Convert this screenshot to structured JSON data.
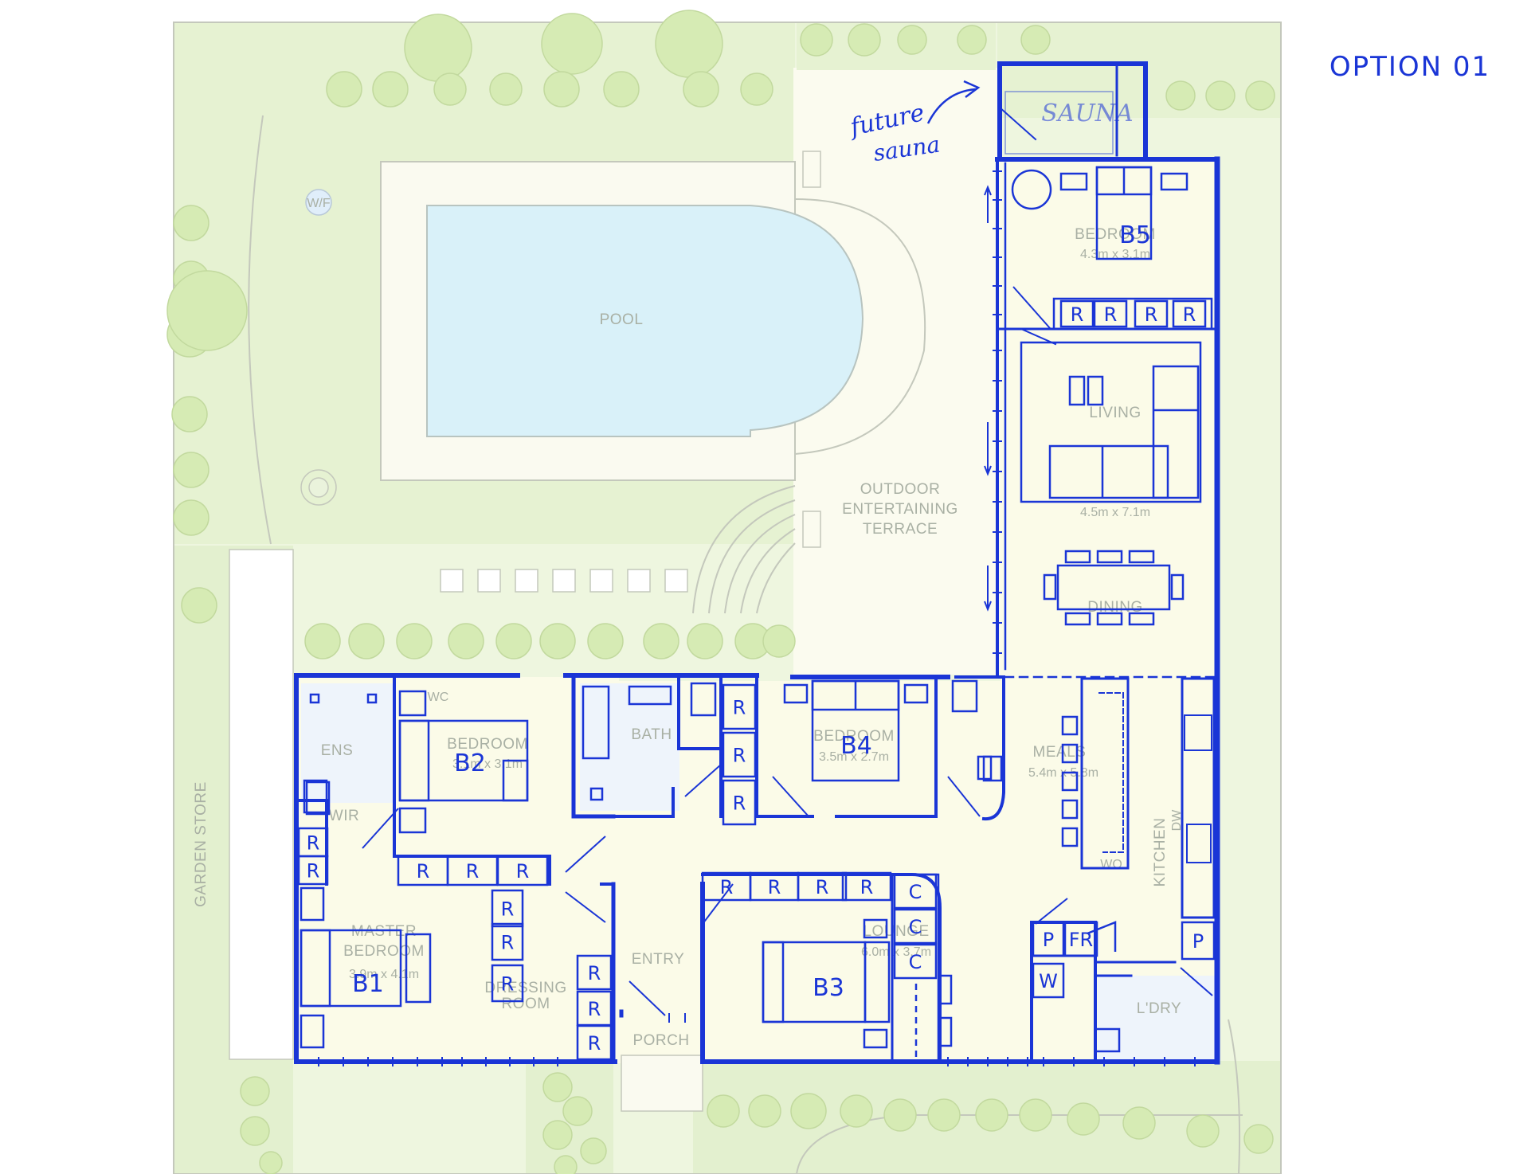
{
  "title": "OPTION 01",
  "annotation": {
    "line1": "future",
    "line2": "sauna"
  },
  "sauna_label": "SAUNA",
  "labels": {
    "pool": "POOL",
    "terrace": [
      "OUTDOOR",
      "ENTERTAINING",
      "TERRACE"
    ],
    "garden_store": "GARDEN STORE",
    "wf": "W/F",
    "bath": "BATH",
    "ens": "ENS",
    "wir": "WIR",
    "entry": "ENTRY",
    "porch": "PORCH",
    "meals": "MEALS",
    "meals_dim": "5.4m x 5.8m",
    "kitchen": "KITCHEN",
    "laundry": "L'DRY",
    "lounge": "LOUNGE",
    "lounge_dim": "6.0m x 3.7m",
    "living": "LIVING",
    "living_dim": "4.5m x 7.1m",
    "dining": "DINING",
    "bedroom_top": "BEDROOM",
    "bedroom_top_dim": "4.3m x 3.1m",
    "bedroom_b2": "BEDROOM",
    "bedroom_b2_dim": "3.1m x 3.1m",
    "bedroom_b4": "BEDROOM",
    "bedroom_b4_dim": "3.5m x 2.7m",
    "master": [
      "MASTER",
      "BEDROOM"
    ],
    "master_dim": "3.9m x 4.1m",
    "dressing": [
      "DRESSING",
      "ROOM"
    ],
    "wo": "WO",
    "wc": "WC",
    "dw": "DW"
  },
  "rooms_marked": {
    "b1": "B1",
    "b2": "B2",
    "b3": "B3",
    "b4": "B4",
    "b5": "B5"
  },
  "robe_mark": "R",
  "cupboard_mark": "C",
  "pantry_mark": "P",
  "fridge_mark": "FR",
  "washer_mark": "W",
  "colors": {
    "ink": "#1a35d6",
    "landscape": "#e9f3d7",
    "tree": "#cfe6a8",
    "pool": "#d7f0f8",
    "floor": "#fbfbe8",
    "plan_line": "#c4c8bc"
  }
}
